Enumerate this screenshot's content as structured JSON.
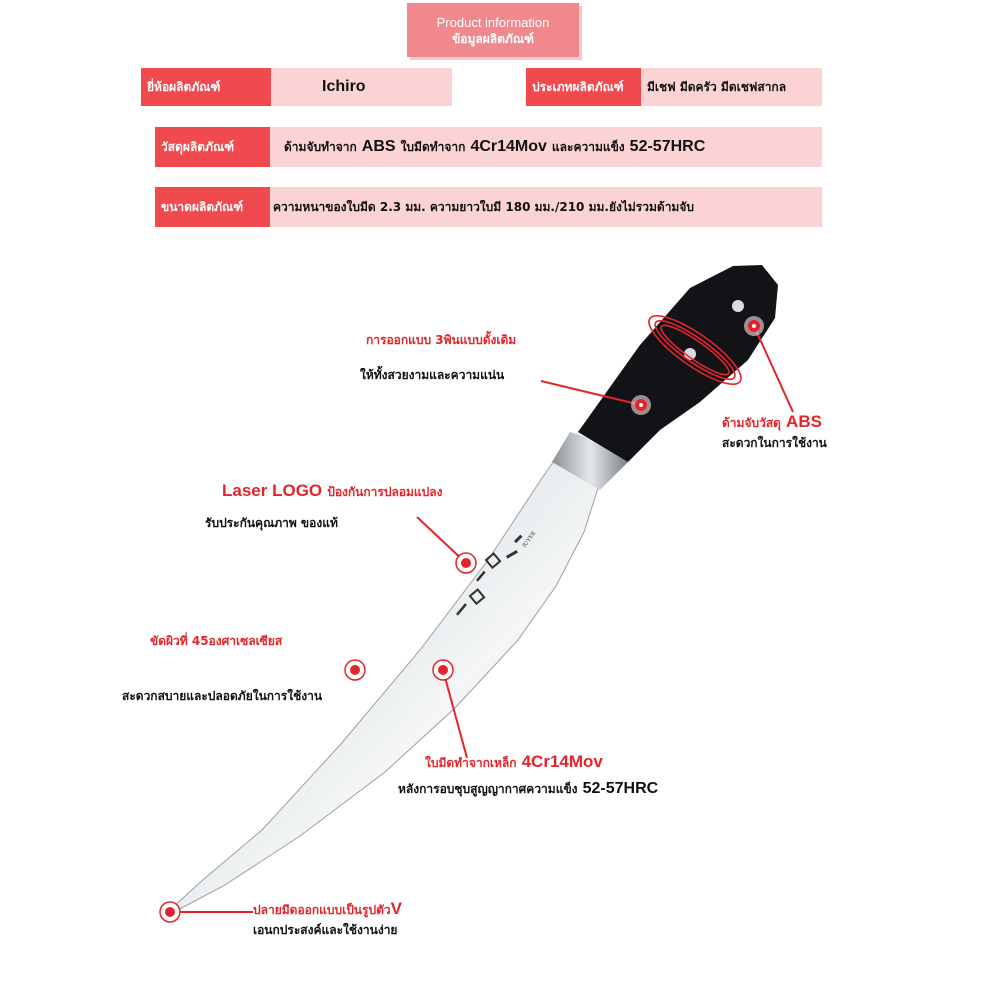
{
  "header": {
    "en": "Product information",
    "th": "ข้อมูลผลิตภัณฑ์"
  },
  "specs": {
    "brand": {
      "label": "ยี่ห้อผลิตภัณฑ์",
      "value": "Ichiro"
    },
    "type": {
      "label": "ประเภทผลิตภัณฑ์",
      "value": "มีเชฟ มีดครัว มีดเชฟสากล"
    },
    "material": {
      "label": "วัสดุผลิตภัณฑ์",
      "part1": "ด้ามจับทำจาก",
      "abs": "ABS",
      "part2": "ใบมีดทำจาก",
      "steel": "4Cr14Mov",
      "part3": "และความแข็ง",
      "hrc": "52-57HRC"
    },
    "size": {
      "label": "ขนาดผลิตภัณฑ์",
      "value": "ความหนาของใบมีด 2.3 มม. ความยาวใบมี 180 มม./210 มม.ยังไม่รวมด้ามจับ"
    }
  },
  "blade_engraving": "JUYER",
  "callouts": {
    "rivets": {
      "title": "การออกแบบ 3พินแบบดั้งเดิม",
      "desc": "ให้ทั้งสวยงามและความแน่น"
    },
    "handle": {
      "title_th": "ด้ามจับวัสดุ",
      "title_en": "ABS",
      "desc": "สะดวกในการใช้งาน"
    },
    "logo": {
      "title_en": "Laser LOGO",
      "title_th": "ป้องกันการปลอมแปลง",
      "desc": "รับประกันคุณภาพ ของแท้"
    },
    "polish": {
      "title": "ขัดผิวที่ 45องศาเซลเซียส",
      "desc": "สะดวกสบายและปลอดภัยในการใช้งาน"
    },
    "blade": {
      "title_th": "ใบมีดทำจากเหล็ก",
      "title_en": "4Cr14Mov",
      "desc_th": "หลังการอบชุบสูญญากาศความแข็ง",
      "desc_en": "52-57HRC"
    },
    "tip": {
      "title_th": "ปลายมีดออกแบบเป็นรูปตัว",
      "title_en": "V",
      "desc": "เอนกประสงค์และใช้งานง่าย"
    }
  },
  "colors": {
    "accent": "#e3252b",
    "label_bg": "#f04a4f",
    "value_bg": "#fbd3d5",
    "header_bg": "#f1888e"
  }
}
